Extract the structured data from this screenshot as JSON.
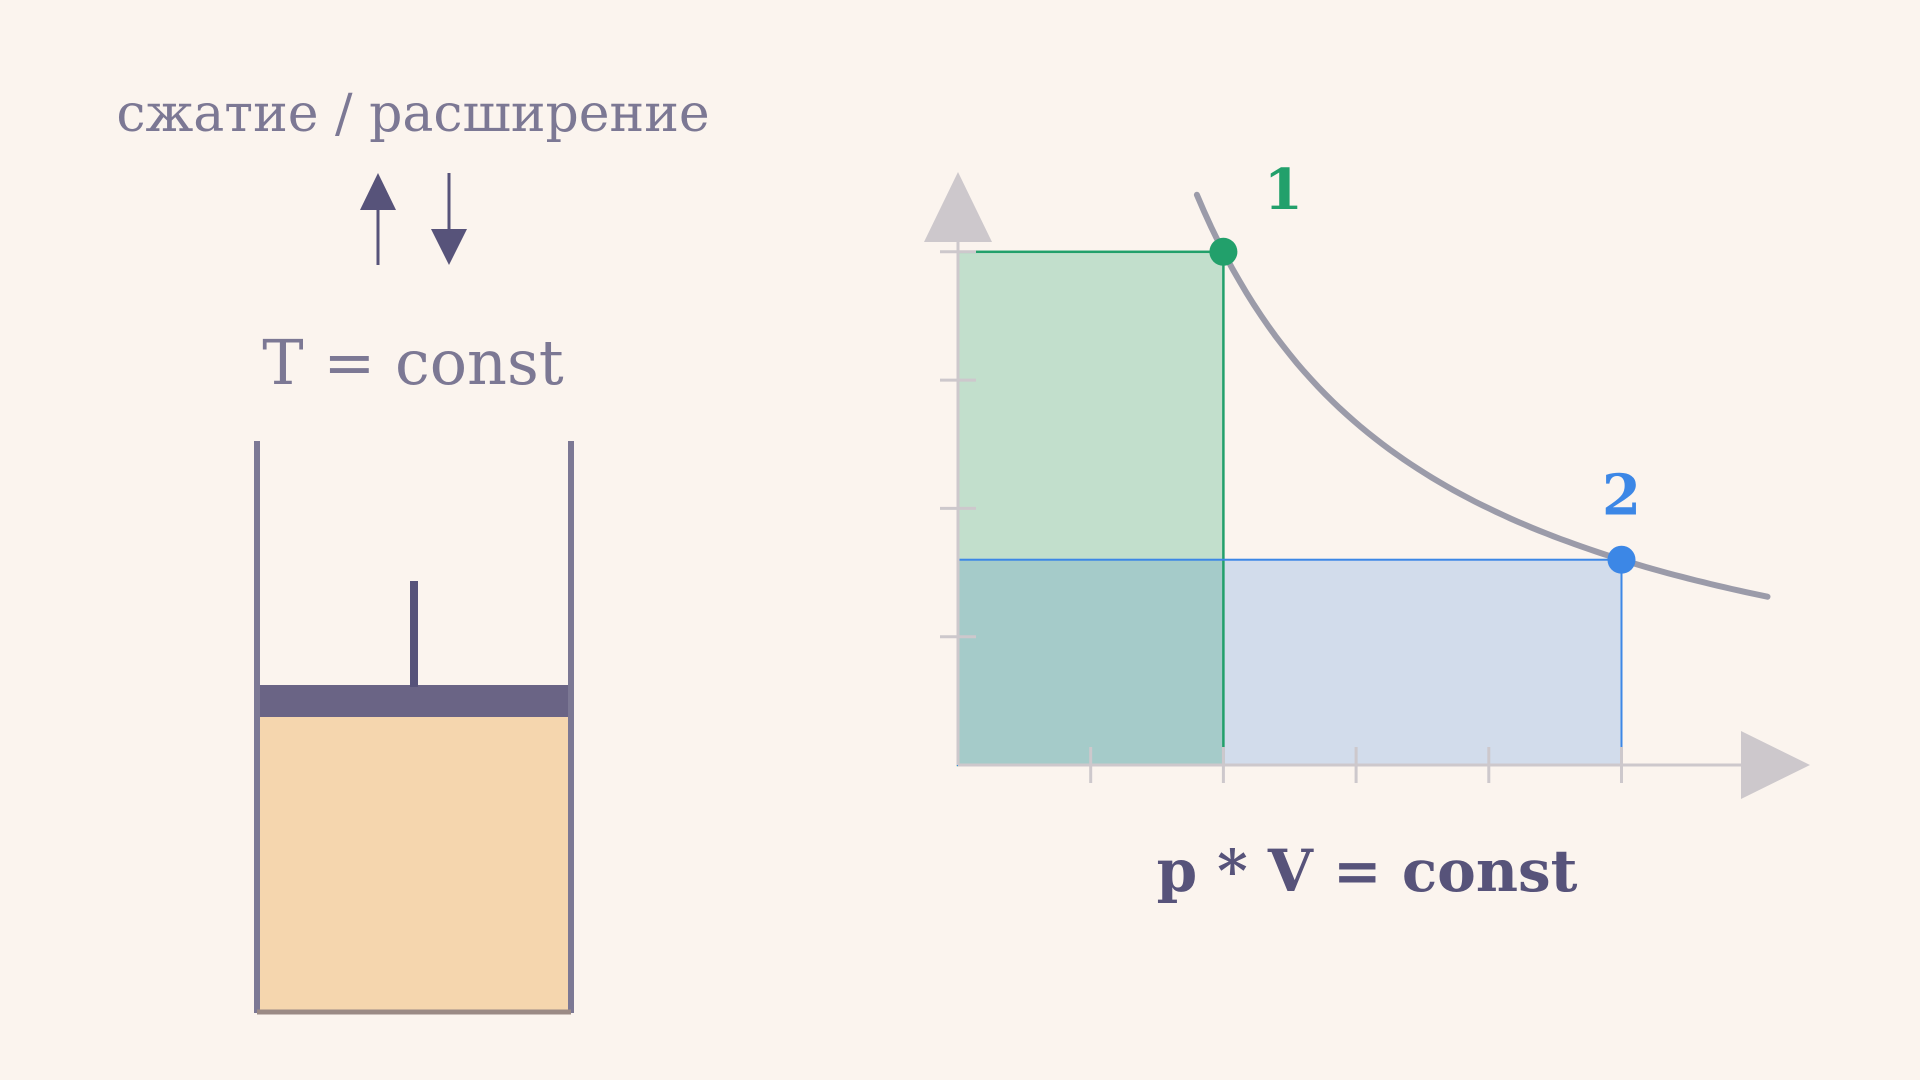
{
  "left": {
    "heading": "сжатие / расширение",
    "condition": "T = const",
    "arrows": [
      "arrow-up-icon",
      "arrow-down-icon"
    ]
  },
  "right": {
    "formula": "p * V = const",
    "points": [
      {
        "label": "1",
        "v": 2,
        "p": 4
      },
      {
        "label": "2",
        "v": 5,
        "p": 1.6
      }
    ],
    "curve": {
      "k": 8,
      "v_from": 1.8,
      "v_to": 6.1
    }
  },
  "colors": {
    "background": "#fbf4ee",
    "text_light": "#7c7894",
    "text_dark": "#57537a",
    "piston": "#6a6485",
    "cylinder_wall": "#7c7894",
    "gas": "#f5d6ae",
    "point1": "#22a06b",
    "point2": "#3c87e6",
    "rect1_fill": "#c2dfcc",
    "rect2_fill": "#d2dceb",
    "overlap_fill": "#a5cbc9",
    "curve": "#9b9ba9",
    "axis": "#cdc8cc"
  }
}
